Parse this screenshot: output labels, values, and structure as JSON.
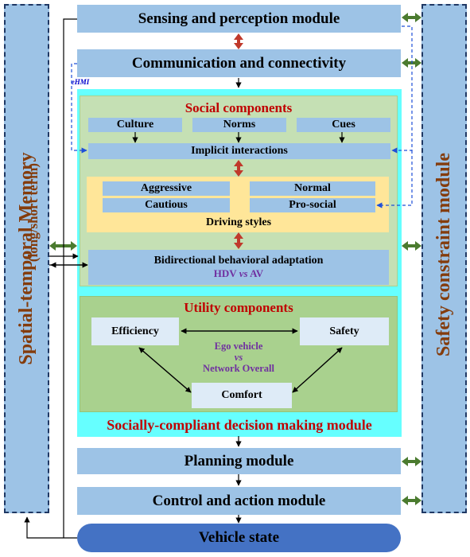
{
  "modules": {
    "sensing": "Sensing and perception module",
    "communication": "Communication and connectivity",
    "planning": "Planning module",
    "control": "Control and action module",
    "vehicle_state": "Vehicle state",
    "decision": "Socially-compliant decision making module"
  },
  "side_panels": {
    "memory_title": "Spatial-temporal Memory",
    "memory_subtitle": "(long/short term)",
    "safety": "Safety constraint module"
  },
  "ehmi": "eHMI",
  "social": {
    "title": "Social components",
    "culture": "Culture",
    "norms": "Norms",
    "cues": "Cues",
    "implicit": "Implicit interactions",
    "styles": {
      "aggressive": "Aggressive",
      "normal": "Normal",
      "cautious": "Cautious",
      "prosocial": "Pro-social",
      "label": "Driving styles"
    },
    "adaptation": "Bidirectional behavioral adaptation",
    "hdv_av": {
      "hdv": "HDV",
      "vs": "vs",
      "av": "AV"
    }
  },
  "utility": {
    "title": "Utility components",
    "efficiency": "Efficiency",
    "safety": "Safety",
    "comfort": "Comfort",
    "ego": "Ego vehicle",
    "vs": "vs",
    "network": "Network Overall"
  }
}
